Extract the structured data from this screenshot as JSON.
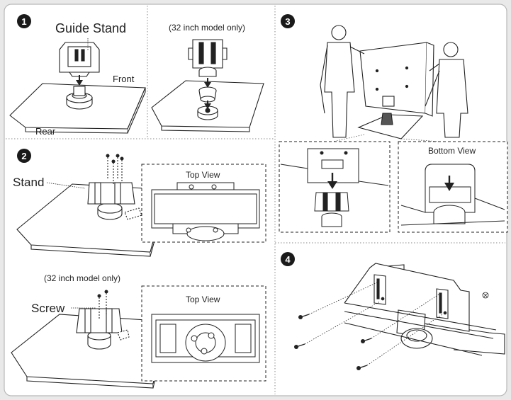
{
  "steps": {
    "s1": "1",
    "s2": "2",
    "s3": "3",
    "s4": "4"
  },
  "labels": {
    "guide_stand": "Guide Stand",
    "front": "Front",
    "rear": "Rear",
    "model_only_1": "(32 inch model only)",
    "stand": "Stand",
    "top_view_1": "Top View",
    "model_only_2": "(32 inch model only)",
    "screw": "Screw",
    "top_view_2": "Top View",
    "bottom_view": "Bottom View"
  },
  "colors": {
    "background": "#e9e9e9",
    "panel": "#ffffff",
    "line": "#222222",
    "dotted": "#8a8a8a"
  }
}
